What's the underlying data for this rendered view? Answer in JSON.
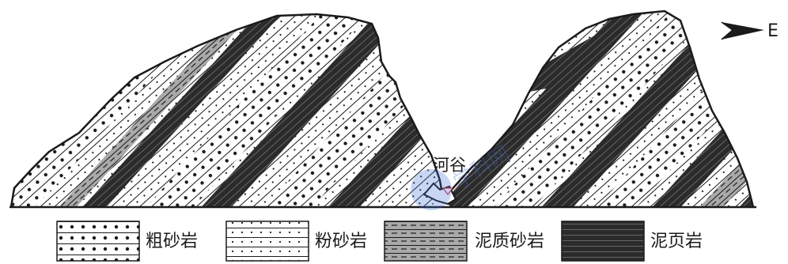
{
  "diagram": {
    "north_arrow": {
      "label": "E",
      "icon": "east-arrow-icon"
    },
    "valley_label": "河谷",
    "watermark_icon": "publisher-logo-watermark",
    "legend": [
      {
        "key": "coarse",
        "label": "粗砂岩"
      },
      {
        "key": "silt",
        "label": "粉砂岩"
      },
      {
        "key": "muddy",
        "label": "泥质砂岩"
      },
      {
        "key": "shale",
        "label": "泥页岩"
      }
    ]
  },
  "colors": {
    "ink": "#1a1a1a",
    "shale": "#2b2b2b",
    "muddy": "#a9a9a9",
    "watermark": "#3d6fd6"
  }
}
